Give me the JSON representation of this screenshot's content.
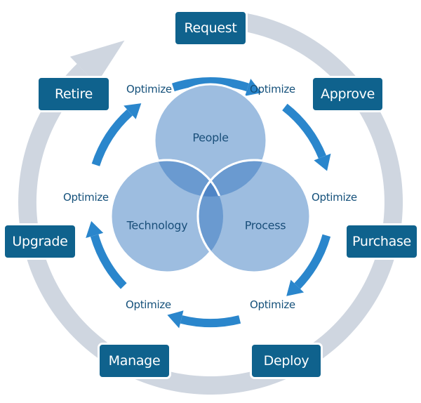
{
  "diagram": {
    "title": "IT Asset Lifecycle",
    "colors": {
      "stage_box": "#0f628d",
      "outer_ring": "#cfd6e0",
      "inner_arrow": "#2a86cc",
      "venn_circle": "#9dbde0",
      "venn_overlap": "#6a9ad0",
      "venn_center": "#4f85c6",
      "label_text": "#14507a"
    },
    "stages": [
      {
        "id": "request",
        "label": "Request"
      },
      {
        "id": "approve",
        "label": "Approve"
      },
      {
        "id": "purchase",
        "label": "Purchase"
      },
      {
        "id": "deploy",
        "label": "Deploy"
      },
      {
        "id": "manage",
        "label": "Manage"
      },
      {
        "id": "upgrade",
        "label": "Upgrade"
      },
      {
        "id": "retire",
        "label": "Retire"
      }
    ],
    "optimize_labels": [
      {
        "id": "opt-top-left",
        "label": "Optimize"
      },
      {
        "id": "opt-top-right",
        "label": "Optimize"
      },
      {
        "id": "opt-right",
        "label": "Optimize"
      },
      {
        "id": "opt-bottom-right",
        "label": "Optimize"
      },
      {
        "id": "opt-bottom-left",
        "label": "Optimize"
      },
      {
        "id": "opt-left",
        "label": "Optimize"
      }
    ],
    "venn": [
      {
        "id": "people",
        "label": "People"
      },
      {
        "id": "technology",
        "label": "Technology"
      },
      {
        "id": "process",
        "label": "Process"
      }
    ]
  }
}
